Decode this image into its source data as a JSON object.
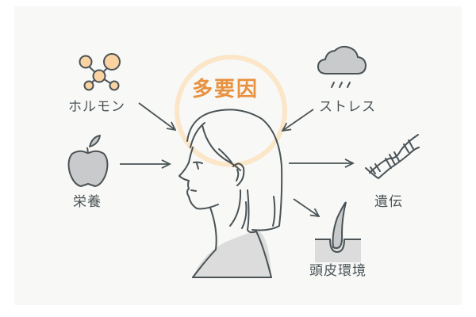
{
  "title": "多要因",
  "factors": {
    "hormone": {
      "label": "ホルモン",
      "icon": "molecule-icon"
    },
    "stress": {
      "label": "ストレス",
      "icon": "rain-cloud-icon"
    },
    "nutrition": {
      "label": "栄養",
      "icon": "apple-icon"
    },
    "genetics": {
      "label": "遺伝",
      "icon": "dna-icon"
    },
    "scalp": {
      "label": "頭皮環境",
      "icon": "hair-follicle-icon"
    }
  },
  "center": {
    "figure": "woman-profile-icon"
  },
  "colors": {
    "background": "#f8f8f7",
    "stroke": "#4a5356",
    "accent": "#e8913f",
    "halo": "#fbe6c8",
    "molecule_fill": "#fbd3a2",
    "icon_fill": "#c9cacb",
    "shoulder_fill": "#dcdcdc"
  }
}
